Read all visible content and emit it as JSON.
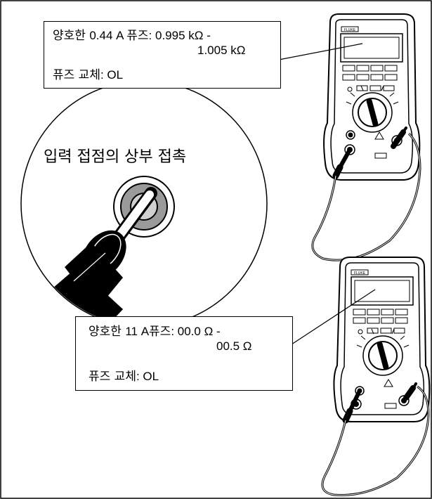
{
  "callout_top": {
    "prefix": "양호한",
    "fuse": "0.44 A 퓨즈",
    "range_line1": ": 0.995 kΩ  -",
    "range_line2": "1.005 kΩ",
    "replace_label": "퓨즈 교체",
    "replace_value": ": OL"
  },
  "circle_label": "입력 접점의 상부 접촉",
  "callout_bottom": {
    "prefix": "양호한",
    "fuse": "11 A퓨즈",
    "range_line1": ": 00.0 Ω -",
    "range_line2": "00.5 Ω",
    "replace_label": "퓨즈 교체",
    "replace_value": ": OL"
  },
  "meter_brand": "FLUKE",
  "colors": {
    "ink": "#000000",
    "paper": "#ffffff",
    "gray": "#9a9a9a",
    "light_gray": "#d0d0d0"
  }
}
